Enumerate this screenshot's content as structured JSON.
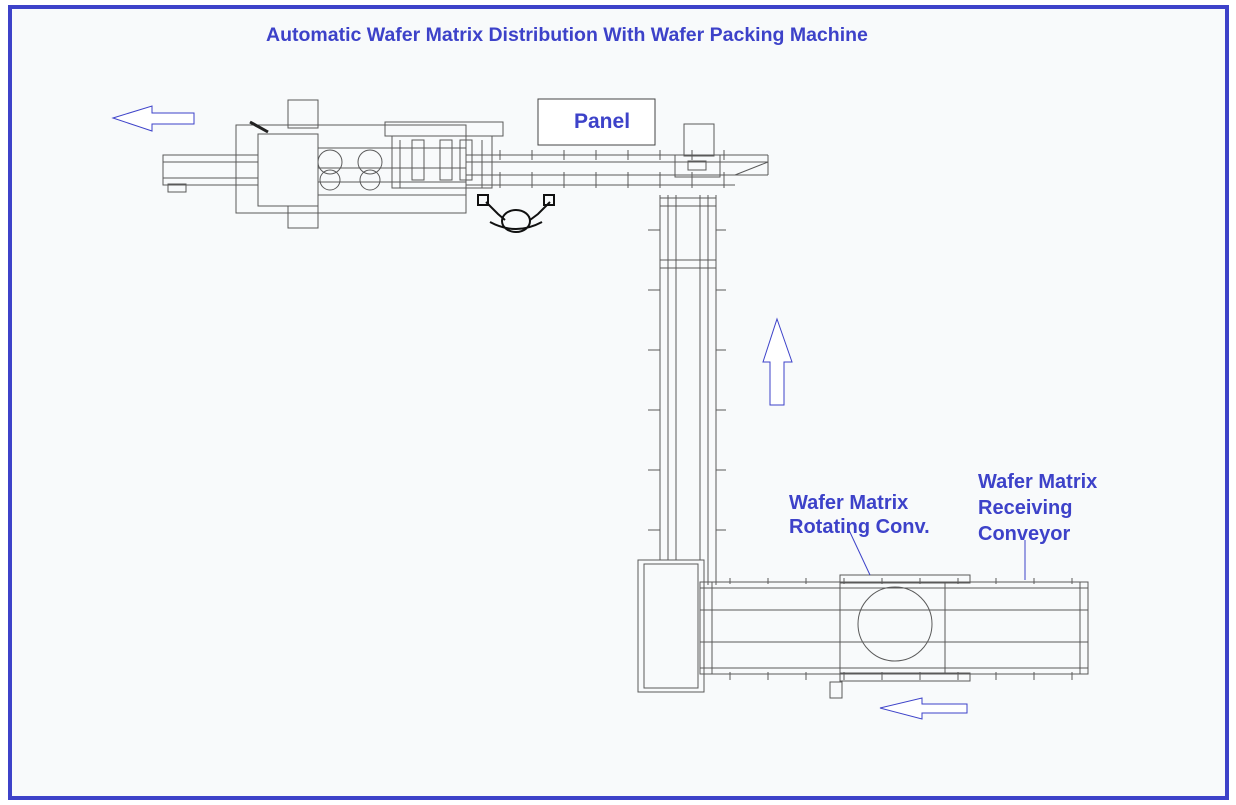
{
  "title": "Automatic Wafer Matrix Distribution With Wafer Packing Machine",
  "labels": {
    "panel": "Panel",
    "rotating_conveyor": "Wafer Matrix\nRotating Conv.",
    "receiving_conveyor": "Wafer Matrix\nReceiving\nConveyor"
  },
  "colors": {
    "accent": "#3d42c9",
    "line": "#555555",
    "background": "#f8fafb"
  },
  "icons": [
    "flow-arrow-left-icon",
    "flow-arrow-up-icon",
    "operator-icon"
  ]
}
